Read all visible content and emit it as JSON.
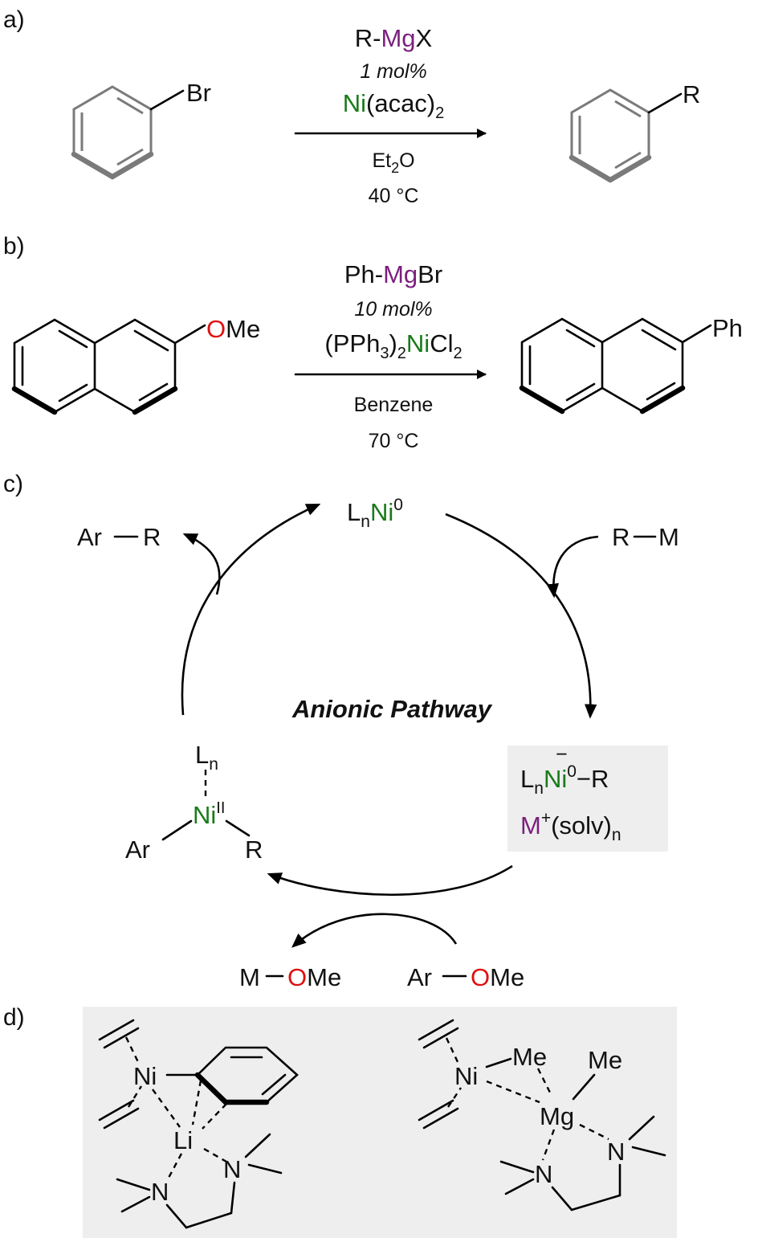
{
  "colors": {
    "magnesium": "#7b1f7e",
    "nickel": "#1a7a1a",
    "oxygen": "#e01010",
    "nitrogen": "#1a33cc",
    "lithium": "#e830e0",
    "panel_bg": "#eeeeee"
  },
  "panel_a": {
    "label": "a)",
    "substituent_left": "Br",
    "reagent": {
      "part1": "R-",
      "metal": "Mg",
      "part2": "X"
    },
    "loading": "1 mol%",
    "catalyst": {
      "metal": "Ni",
      "ligand": "(acac)",
      "sub": "2"
    },
    "solvent": {
      "main": "Et",
      "sub": "2",
      "end": "O"
    },
    "temperature": "40 °C",
    "substituent_right": "R"
  },
  "panel_b": {
    "label": "b)",
    "substituent_left_o": "O",
    "substituent_left_me": "Me",
    "reagent": {
      "part1": "Ph-",
      "metal": "Mg",
      "part2": "Br"
    },
    "loading": "10 mol%",
    "catalyst": {
      "pre": "(PPh",
      "sub1": "3",
      "mid": ")",
      "sub2": "2",
      "metal": "Ni",
      "post": "Cl",
      "sub3": "2"
    },
    "solvent": "Benzene",
    "temperature": "70 °C",
    "substituent_right": "Ph"
  },
  "panel_c": {
    "label": "c)",
    "title": "Anionic Pathway",
    "top": {
      "l": "L",
      "n": "n",
      "ni": "Ni",
      "ox": "0"
    },
    "product": {
      "ar": "Ar",
      "r": "R"
    },
    "reagent": {
      "r": "R",
      "m": "M"
    },
    "ate": {
      "l": "L",
      "n": "n",
      "minus": "−",
      "ni": "Ni",
      "ox": "0",
      "r": "−R"
    },
    "counter": {
      "m": "M",
      "plus": "+",
      "solv": "(solv)",
      "n": "n"
    },
    "ni2": {
      "l": "L",
      "n": "n",
      "ni": "Ni",
      "ox": "II",
      "ar": "Ar",
      "r": "R"
    },
    "byproduct": {
      "m": "M",
      "o": "O",
      "me": "Me"
    },
    "substrate": {
      "ar": "Ar",
      "o": "O",
      "me": "Me"
    }
  },
  "panel_d": {
    "label": "d)",
    "left": {
      "ni": "Ni",
      "li": "Li",
      "n1": "N",
      "n2": "N"
    },
    "right": {
      "ni": "Ni",
      "me1": "Me",
      "me2": "Me",
      "mg": "Mg",
      "n1": "N",
      "n2": "N"
    }
  }
}
